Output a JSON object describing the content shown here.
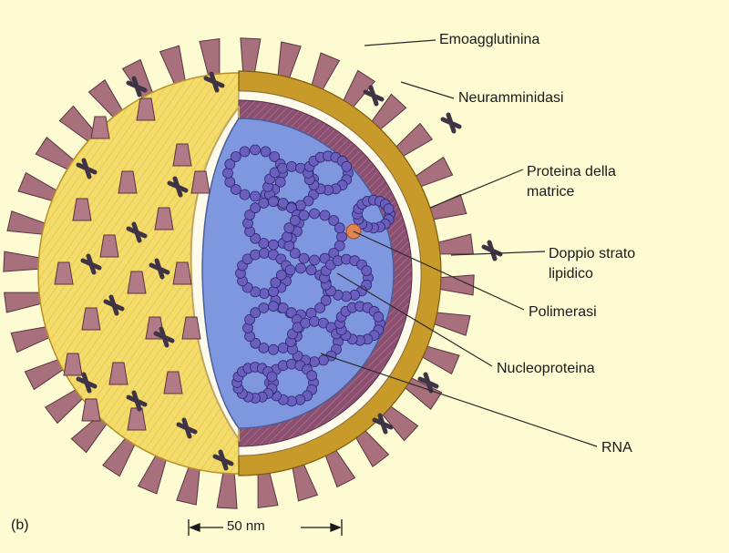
{
  "labels": {
    "hemagglutinin": "Emoagglutinina",
    "neuraminidase": "Neuramminidasi",
    "matrix_line1": "Proteina della",
    "matrix_line2": "matrice",
    "bilayer_line1": "Doppio strato",
    "bilayer_line2": "lipidico",
    "polymerase": "Polimerasi",
    "nucleoprotein": "Nucleoproteina",
    "rna": "RNA"
  },
  "panel_label": "(b)",
  "scale_bar": "50 nm",
  "colors": {
    "background": "#fcfbd2",
    "envelope_yellow": "#f3dc6a",
    "envelope_ring": "#c89a2a",
    "matrix_purple": "#8a4f6f",
    "core_blue": "#7f97de",
    "spike": "#a8707d",
    "neuraminidase": "#3f3346",
    "nucleoprotein": "#6a5fbf",
    "polymerase": "#e08452"
  }
}
